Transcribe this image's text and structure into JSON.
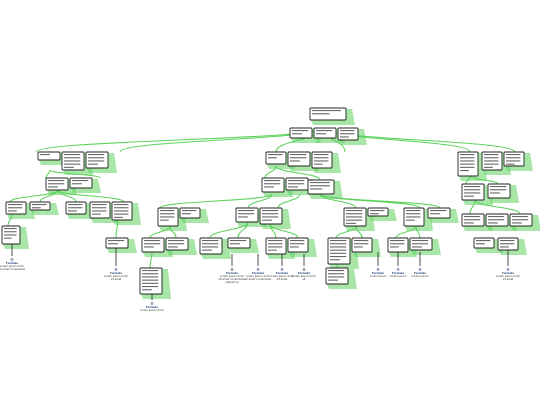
{
  "diagram": {
    "accent_color": "#5ed25e",
    "node_border_color": "#222222",
    "note_title_color": "#1f3f7a",
    "note_icon": "gear-icon",
    "notes": [
      {
        "title": "Formula",
        "text": "Lorem ipsum dolor sit amet consectetur"
      },
      {
        "title": "Formula",
        "text": "Lorem ipsum dolor sit amet"
      },
      {
        "title": "Formula",
        "text": "Lorem ipsum dolor sit amet consectetur adipiscing"
      },
      {
        "title": "Formula",
        "text": "Lorem ipsum dolor sit amet consectetur"
      },
      {
        "title": "Formula",
        "text": "Lorem ipsum dolor sit amet"
      },
      {
        "title": "Formula",
        "text": "Lorem ipsum dolor sit"
      },
      {
        "title": "Formula",
        "text": "Lorem ipsum"
      },
      {
        "title": "Formula",
        "text": "Lorem ipsum"
      },
      {
        "title": "Formula",
        "text": "Lorem ipsum"
      },
      {
        "title": "Formula",
        "text": "Lorem ipsum dolor sit amet"
      },
      {
        "title": "Formula",
        "text": "Lorem ipsum dolor"
      }
    ]
  }
}
